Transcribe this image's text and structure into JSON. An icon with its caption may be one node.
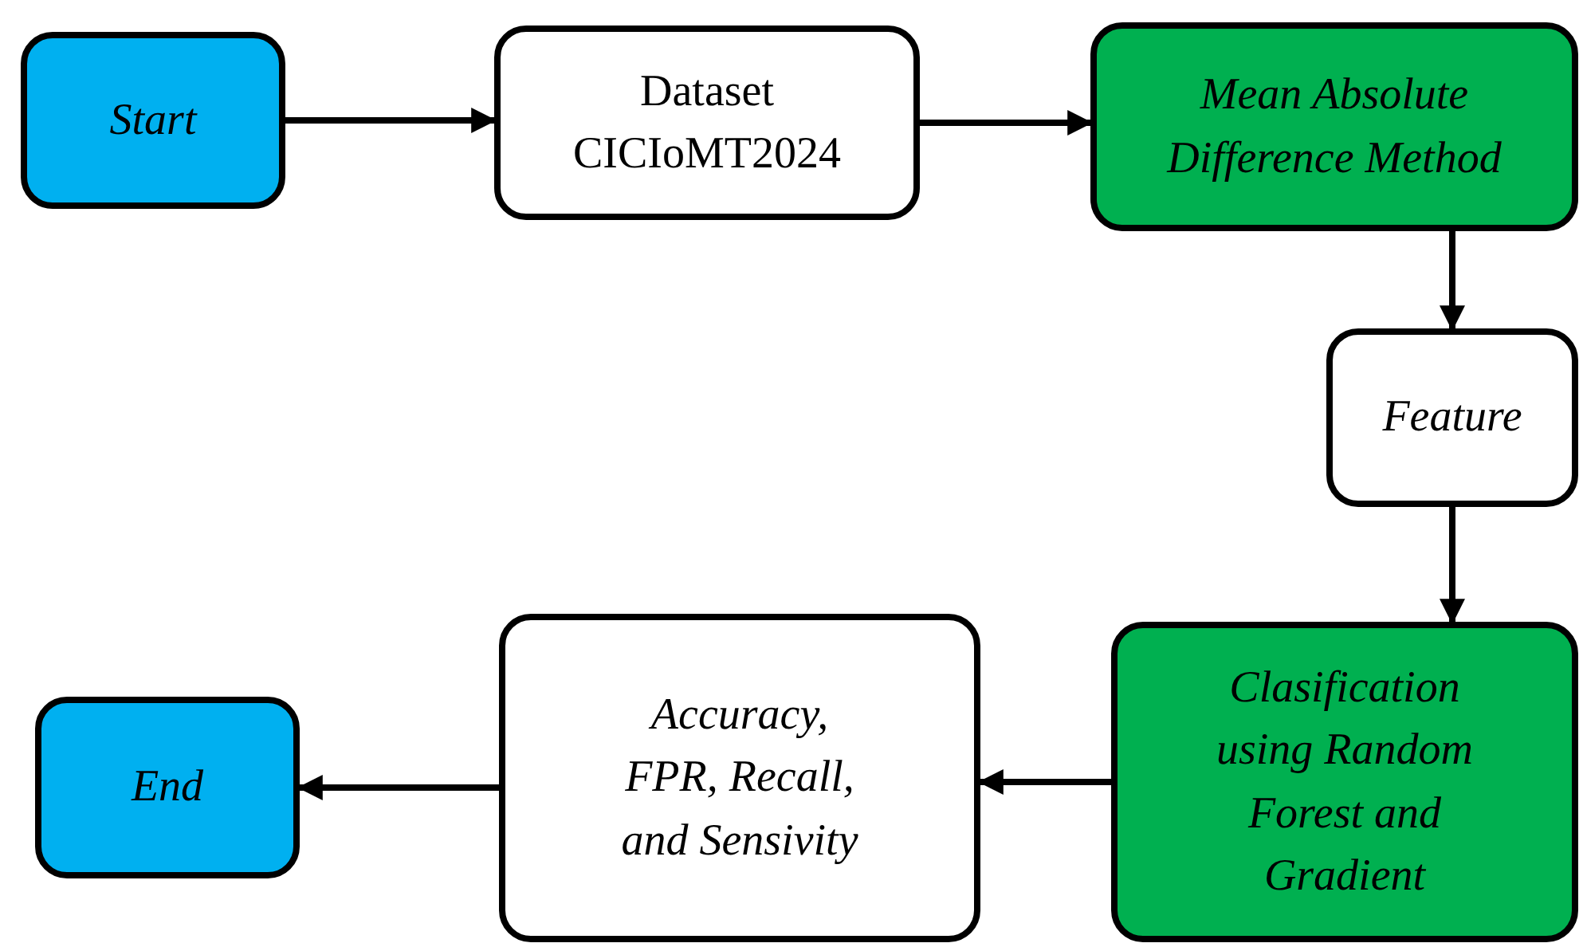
{
  "diagram": {
    "nodes": [
      {
        "text": [
          "Start"
        ]
      },
      {
        "text": [
          "Dataset CICIoMT2024"
        ]
      },
      {
        "text": [
          "Mean Absolute Difference Method"
        ]
      },
      {
        "text": [
          "Feature"
        ]
      },
      {
        "text": [
          "Clasification using Random Forest and Gradient"
        ]
      },
      {
        "text": [
          "Accuracy, FPR, Recall, and Sensivity"
        ]
      },
      {
        "text": [
          "End"
        ]
      }
    ],
    "edges": [
      {
        "from": 0,
        "to": 1,
        "arrow": "to"
      },
      {
        "from": 1,
        "to": 2,
        "arrow": "to"
      },
      {
        "from": 2,
        "to": 3,
        "arrow": "to"
      },
      {
        "from": 3,
        "to": 4,
        "arrow": "to"
      },
      {
        "from": 4,
        "to": 5,
        "arrow": "to"
      },
      {
        "from": 5,
        "to": 6,
        "arrow": "to"
      }
    ]
  }
}
